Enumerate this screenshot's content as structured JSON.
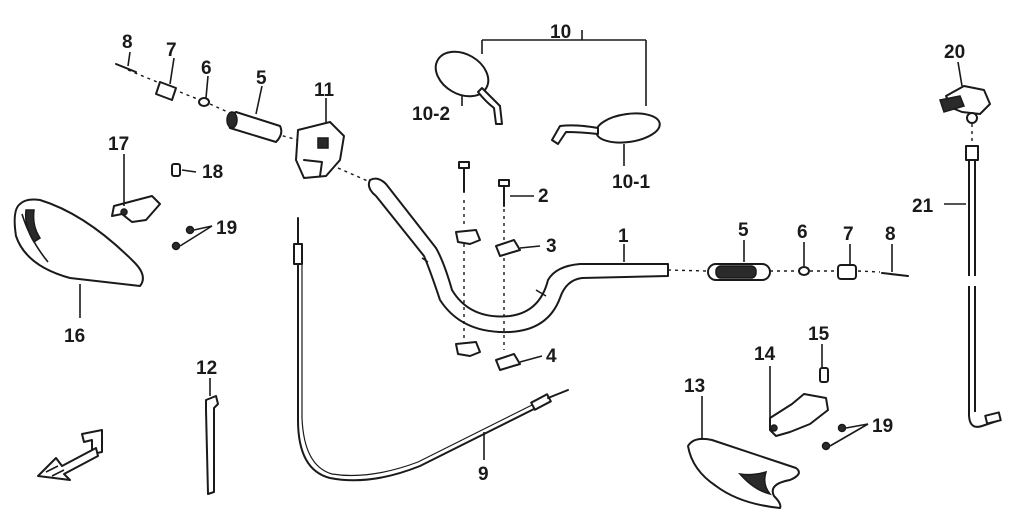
{
  "callouts": {
    "c1": "1",
    "c2": "2",
    "c3": "3",
    "c4": "4",
    "c5_left": "5",
    "c5_right": "5",
    "c6_left": "6",
    "c6_right": "6",
    "c7_left": "7",
    "c7_right": "7",
    "c8_left": "8",
    "c8_right": "8",
    "c9": "9",
    "c10": "10",
    "c10_1": "10-1",
    "c10_2": "10-2",
    "c11": "11",
    "c12": "12",
    "c13": "13",
    "c14": "14",
    "c15": "15",
    "c16": "16",
    "c17": "17",
    "c18": "18",
    "c19_left": "19",
    "c19_right": "19",
    "c20": "20",
    "c21": "21"
  },
  "colors": {
    "ink": "#1a1a1a",
    "background": "#ffffff"
  },
  "icons": {
    "front_direction": "arrow-forward-icon"
  }
}
